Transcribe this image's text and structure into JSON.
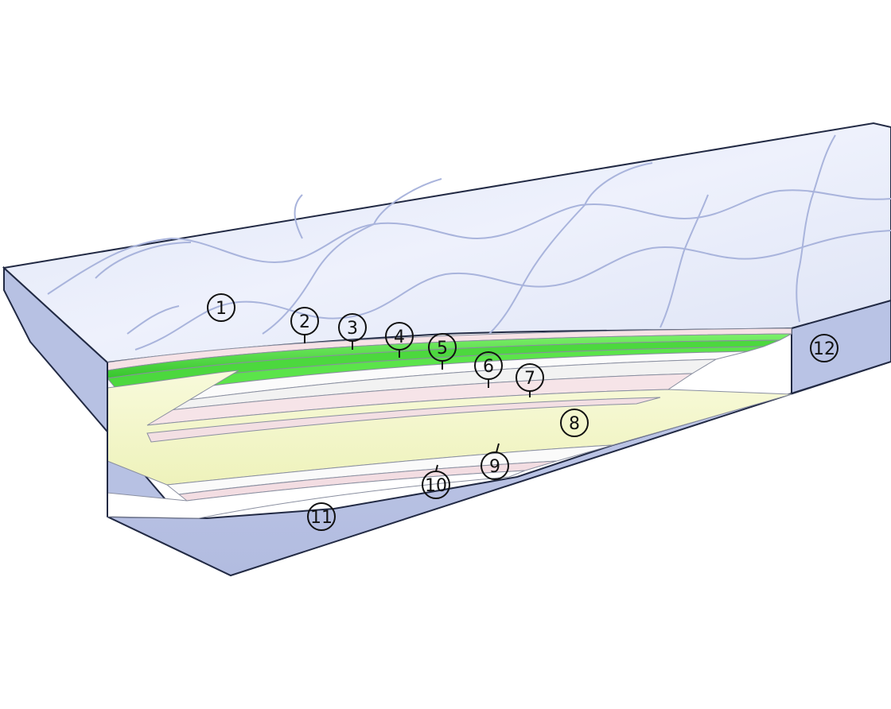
{
  "diagram": {
    "colors": {
      "cover_top": "#e6ebfa",
      "cover_side": "#bcc6e6",
      "outline": "#222a44",
      "stitch": "#a9b4dc",
      "pink_layer": "#f6e2e6",
      "green_layer": "#57e04a",
      "white_layer": "#fbfbfb",
      "latex_layer": "#f3f6c8"
    },
    "callouts": [
      {
        "label": "1"
      },
      {
        "label": "2"
      },
      {
        "label": "3"
      },
      {
        "label": "4"
      },
      {
        "label": "5"
      },
      {
        "label": "6"
      },
      {
        "label": "7"
      },
      {
        "label": "8"
      },
      {
        "label": "9"
      },
      {
        "label": "10"
      },
      {
        "label": "11"
      },
      {
        "label": "12"
      }
    ]
  }
}
